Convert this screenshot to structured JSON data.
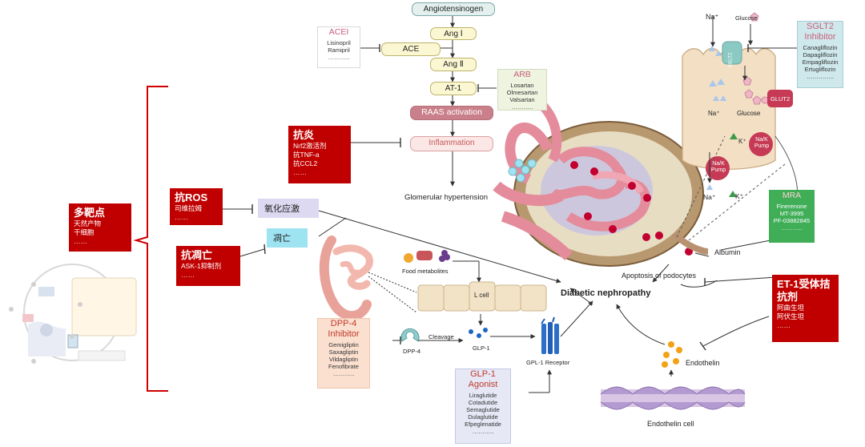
{
  "raas": {
    "angiotensinogen": "Angiotensinogen",
    "ang1": "Ang Ⅰ",
    "ace": "ACE",
    "ang2": "Ang Ⅱ",
    "at1": "AT-1",
    "raas_activation": "RAAS activation",
    "inflammation": "Inflammation",
    "glomerular_hypertension": "Glomerular hypertension"
  },
  "acei": {
    "title": "ACEI",
    "drugs": [
      "Lisinopril",
      "Ramipril"
    ],
    "more": "……….."
  },
  "arb": {
    "title": "ARB",
    "drugs": [
      "Losartan",
      "Olmesartan",
      "Valsartan"
    ],
    "more": "……….."
  },
  "sglt2": {
    "title": "SGLT2 Inhibitor",
    "drugs": [
      "Canagliflozin",
      "Dapagliflozin",
      "Empagliflozin",
      "Ertugliflozin"
    ],
    "more": "………….."
  },
  "mra": {
    "title": "MRA",
    "drugs": [
      "Finerenone",
      "MT-3995",
      "PF-03882845"
    ],
    "more": "……….."
  },
  "dpp4": {
    "title": "DPP-4 Inhibitor",
    "drugs": [
      "Gemigliptin",
      "Saxagliptin",
      "Vildagliptin",
      "Fenofibrate"
    ],
    "more": "……….."
  },
  "glp1": {
    "title": "GLP-1 Agonist",
    "drugs": [
      "Liraglutide",
      "Cotadutide",
      "Semaglutide",
      "Dulaglutide",
      "Efpeglenatide"
    ],
    "more": "……….."
  },
  "red": {
    "multi": {
      "title": "多靶点",
      "lines": [
        "天然产物",
        "干细胞"
      ],
      "more": "……"
    },
    "antiinf": {
      "title": "抗炎",
      "lines": [
        "Nrf2激活剂",
        "抗TNF-a",
        "抗CCL2"
      ],
      "more": "……"
    },
    "antiros": {
      "title": "抗ROS",
      "lines": [
        "司维拉姆"
      ],
      "more": "……"
    },
    "antiapop": {
      "title": "抗凋亡",
      "lines": [
        "ASK-1抑制剂"
      ],
      "more": "……"
    },
    "et1": {
      "title": "ET-1受体拮抗剂",
      "lines": [
        "阿曲生坦",
        "阿伏生坦"
      ],
      "more": "……"
    }
  },
  "side": {
    "oxidative": "氧化应激",
    "apoptosis": "凋亡"
  },
  "kidney": {
    "na_top": "Na⁺",
    "glucose_top": "Glucose",
    "sglt2_label": "SGLT2",
    "na_mid": "Na⁺",
    "glucose_mid": "Glucose",
    "glut2": "GLUT2",
    "k_plus": "K⁺",
    "nak_pump": "Na/K Pump",
    "na_bottom": "Na⁺",
    "k_bottom": "K⁺",
    "albumin": "Albumin",
    "apoptosis_podocytes": "Apoptosis of podocytes",
    "diabetic_nephropathy": "Diabetic nephropathy"
  },
  "gut": {
    "food": "Food metabolites",
    "lcell": "L cell",
    "dpp4_label": "DPP-4",
    "cleavage": "Cleavage",
    "glp1_label": "GLP-1",
    "receptor": "GPL-1 Receptor"
  },
  "endo": {
    "endothelin": "Endothelin",
    "cell": "Endothelin cell"
  },
  "colors": {
    "red": "#c00000",
    "teal": "#8bc9c3",
    "pink": "#e48c9b",
    "lightblue": "#9ee3f1",
    "lavender": "#dcd9f0"
  }
}
